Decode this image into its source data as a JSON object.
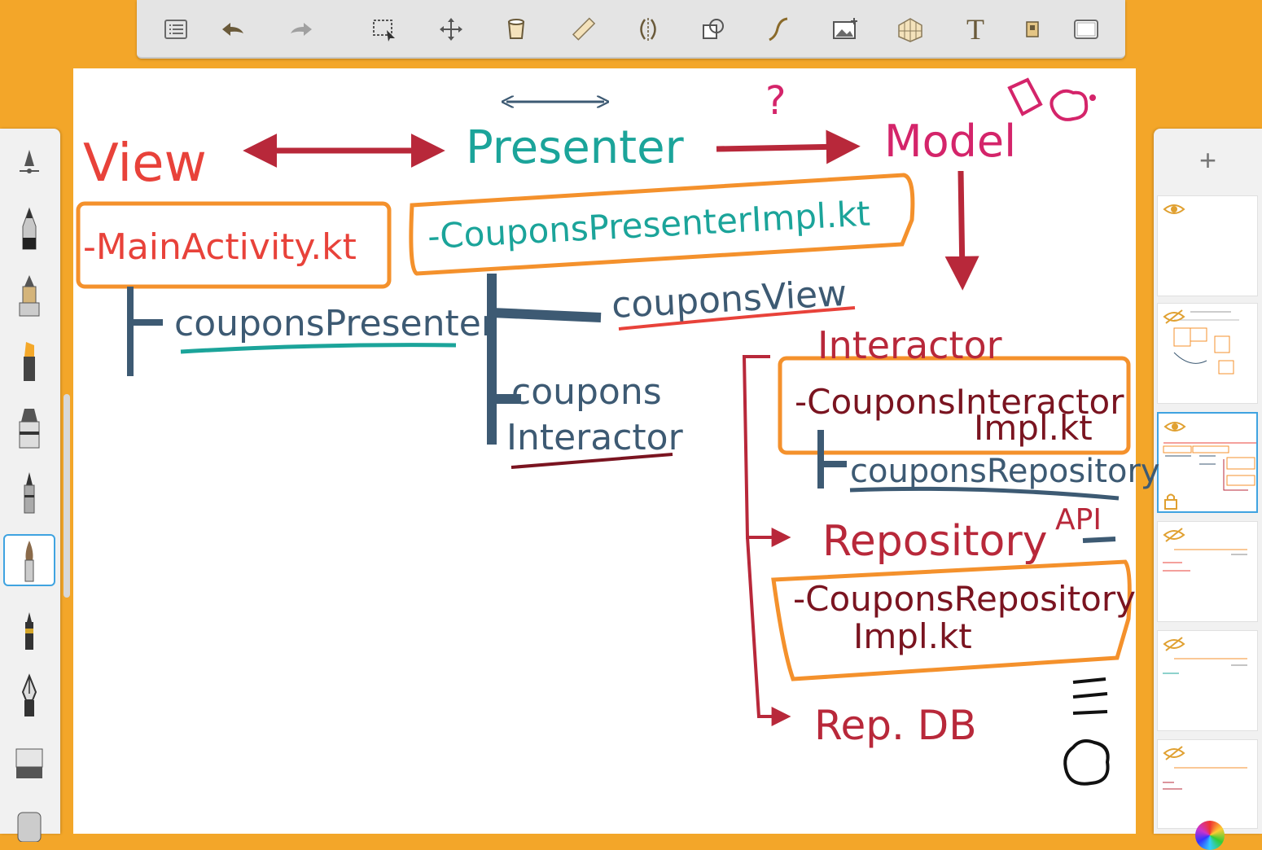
{
  "app": {
    "toolbar": {
      "tools": [
        {
          "name": "list-icon"
        },
        {
          "name": "undo-icon"
        },
        {
          "name": "redo-icon"
        },
        {
          "name": "selection-icon"
        },
        {
          "name": "transform-icon"
        },
        {
          "name": "fill-icon"
        },
        {
          "name": "ruler-icon"
        },
        {
          "name": "symmetry-icon"
        },
        {
          "name": "shapes-icon"
        },
        {
          "name": "stroke-icon"
        },
        {
          "name": "image-icon"
        },
        {
          "name": "perspective-icon"
        },
        {
          "name": "text-icon",
          "label": "T"
        },
        {
          "name": "reference-icon"
        },
        {
          "name": "fullscreen-icon"
        }
      ]
    },
    "brushes": [
      {
        "name": "brush-adjust-icon"
      },
      {
        "name": "pencil-icon"
      },
      {
        "name": "airbrush-icon"
      },
      {
        "name": "marker-icon"
      },
      {
        "name": "highlighter-icon"
      },
      {
        "name": "ballpoint-icon"
      },
      {
        "name": "paintbrush-icon",
        "active": true
      },
      {
        "name": "fineliner-icon"
      },
      {
        "name": "ink-pen-icon"
      },
      {
        "name": "eraser-icon"
      }
    ],
    "layers": {
      "add_label": "+",
      "items": [
        {
          "name": "layer-1"
        },
        {
          "name": "layer-2"
        },
        {
          "name": "layer-3",
          "active": true
        },
        {
          "name": "layer-4"
        },
        {
          "name": "layer-5"
        },
        {
          "name": "layer-6"
        }
      ]
    },
    "colors": {
      "accent": "#3fa3e0",
      "frame": "#f3a629"
    }
  },
  "drawing": {
    "view_label": "View",
    "presenter_label": "Presenter",
    "model_label": "Model",
    "question_mark": "?",
    "main_activity": "-MainActivity.kt",
    "coupons_presenter_impl": "-CouponsPresenterImpl.kt",
    "coupons_presenter": "couponsPresenter",
    "coupons_view": "couponsView",
    "coupons_interactor_1": "coupons",
    "coupons_interactor_2": "Interactor",
    "interactor_label": "Interactor",
    "coupons_interactor_impl_1": "-CouponsInteractor",
    "coupons_interactor_impl_2": "Impl.kt",
    "coupons_repository": "couponsRepository",
    "repository_label": "Repository",
    "api_label": "API",
    "coupons_repository_impl_1": "-CouponsRepository",
    "coupons_repository_impl_2": "Impl.kt",
    "rep_db": "Rep. DB",
    "ink_colors": {
      "view": "#e8423a",
      "presenter": "#1ba49a",
      "model": "#d4246a",
      "dark_blue": "#3d5a73",
      "maroon": "#b8283a",
      "dark_red": "#7a1420",
      "orange": "#f4912c"
    }
  }
}
